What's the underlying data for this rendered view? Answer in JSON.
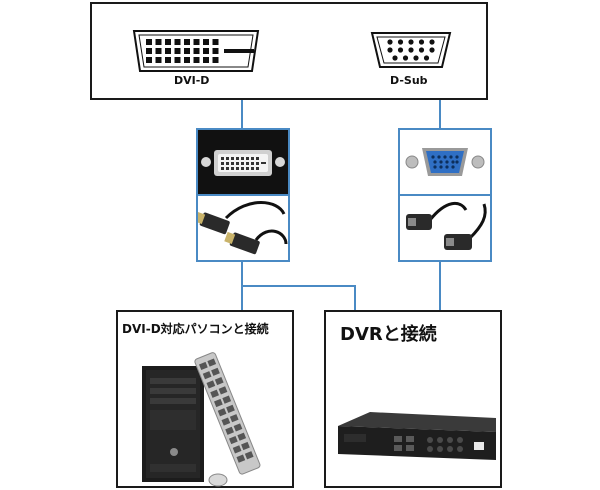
{
  "monitor_panel": {
    "dvi_label": "DVI-D",
    "dsub_label": "D-Sub"
  },
  "targets": {
    "pc_title": "DVI-D対応パソコンと接続",
    "dvr_title": "DVRと接続"
  },
  "colors": {
    "line": "#4a8ac4",
    "frame": "#1a1a1a"
  },
  "icons": [
    "dvi-port-icon",
    "vga-port-icon",
    "dvi-cable-photo",
    "vga-cable-photo",
    "pc-tower-photo",
    "dvr-recorder-photo"
  ]
}
